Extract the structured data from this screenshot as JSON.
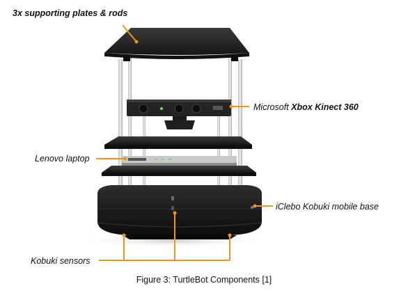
{
  "labels": {
    "plates": "3x supporting plates & rods",
    "kinect_prefix": "Microsoft ",
    "kinect_bold": "Xbox Kinect 360",
    "laptop": "Lenovo laptop",
    "base": "iClebo Kobuki mobile base",
    "sensors": "Kobuki sensors"
  },
  "caption": "Figure 3: TurtleBot Components [1]",
  "colors": {
    "leader": "#f0941c",
    "robot_dark": "#1b1b1b",
    "robot_mid": "#2a2a2a",
    "rod": "#d9d9d9",
    "text": "#111111"
  }
}
